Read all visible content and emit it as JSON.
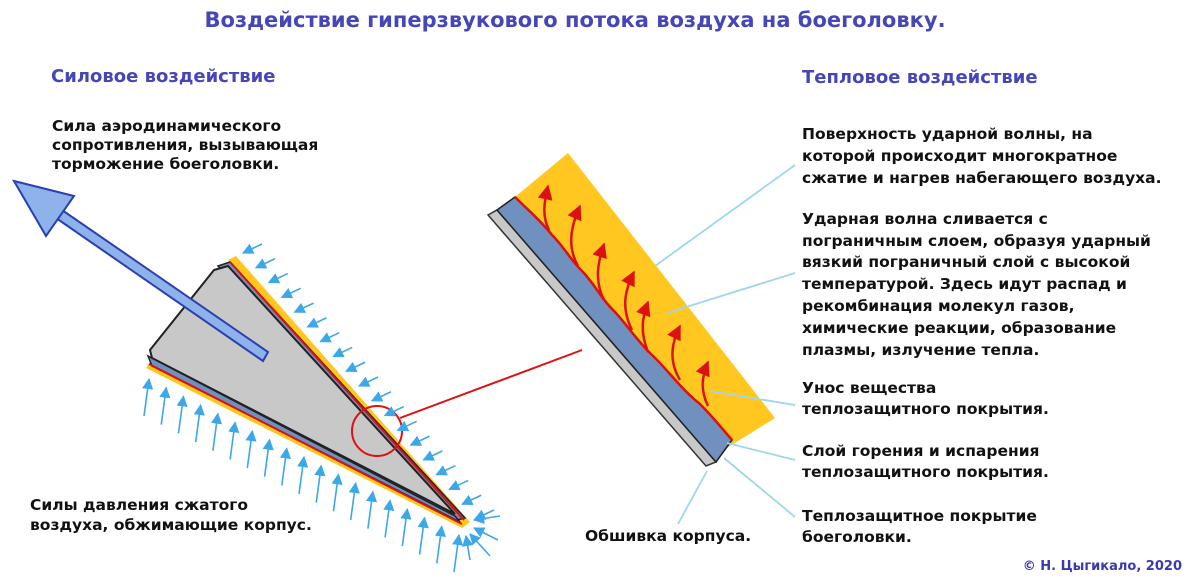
{
  "title": "Воздействие гиперзвукового потока воздуха на боеголовку.",
  "left": {
    "heading": "Силовое воздействие",
    "drag_label": [
      "Сила аэродинамического",
      "сопротивления, вызывающая",
      "торможение боеголовки."
    ],
    "pressure_label": [
      "Силы давления сжатого",
      "воздуха, обжимающие корпус."
    ]
  },
  "right": {
    "heading": "Тепловое воздействие",
    "labels": [
      [
        "Поверхность ударной волны, на",
        "которой происходит многократное",
        "сжатие и нагрев набегающего воздуха."
      ],
      [
        "Ударная волна сливается с",
        "пограничным слоем, образуя ударный",
        "вязкий пограничный слой с высокой",
        "температурой. Здесь идут распад и",
        "рекомбинация молекул газов,",
        "химические реакции, образование",
        "плазмы, излучение тепла."
      ],
      [
        "Унос вещества",
        "теплозащитного покрытия."
      ],
      [
        "Слой горения и испарения",
        "теплозащитного покрытия."
      ],
      [
        "Теплозащитное покрытие",
        "боеголовки."
      ]
    ],
    "skin_label": "Обшивка корпуса."
  },
  "copyright": "© Н. Цыгикало, 2020",
  "colors": {
    "title": "#4646b8",
    "shock_layer": "#ffc71f",
    "coating": "#7090c0",
    "skin": "#c8c8c8",
    "body": "#c8c8c8",
    "burn_line": "#dd1111",
    "arrows": "#3ca8e8",
    "leader_lines": "#9fd6ee",
    "drag_arrow": "#8eb2ea"
  }
}
